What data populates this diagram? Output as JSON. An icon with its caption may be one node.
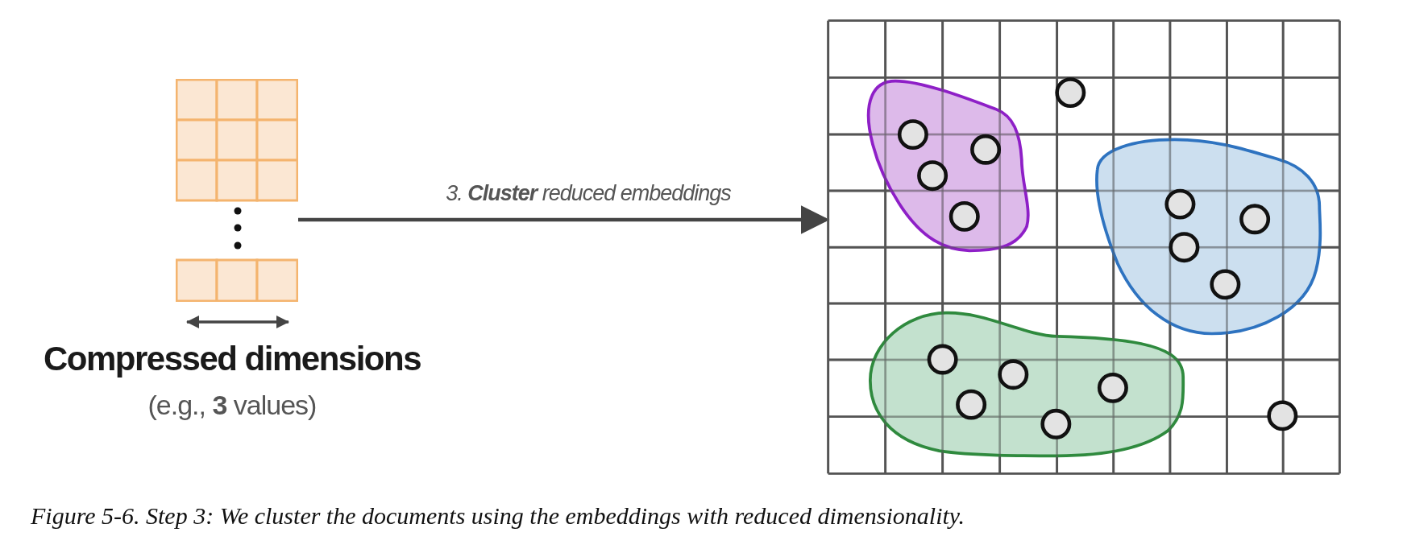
{
  "diagram": {
    "caption": "Figure 5-6. Step 3: We cluster the documents using the embeddings with reduced dimensionality.",
    "nodes": [
      {
        "text": [],
        "shape": "picture"
      },
      {
        "text": [],
        "shape": "picture"
      }
    ],
    "edges": [
      {
        "from": 0,
        "to": 1,
        "arrow": "to",
        "label": "3. **Cluster** reduced embeddings"
      }
    ],
    "labels": [
      "Compressed dimensions",
      "(e.g., **3** values)"
    ]
  }
}
